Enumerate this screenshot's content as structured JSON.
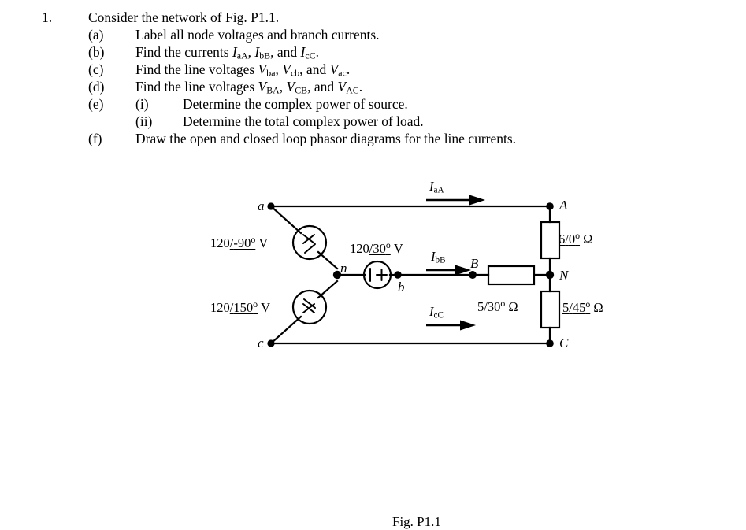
{
  "problem": {
    "number": "1.",
    "intro": "Consider the network of Fig. P1.1.",
    "items": [
      {
        "label": "(a)",
        "text_pre": "Label all node voltages and branch currents."
      },
      {
        "label": "(b)",
        "text_pre": "Find the currents ",
        "vars": [
          "I_aA",
          "I_bB",
          "I_cC"
        ],
        "rendered": "Find the currents IaA, IbB, and IcC."
      },
      {
        "label": "(c)",
        "text_pre": "Find the line voltages ",
        "vars": [
          "V_ba",
          "V_cb",
          "V_ac"
        ],
        "rendered": "Find the line voltages Vba, Vcb, and Vac."
      },
      {
        "label": "(d)",
        "text_pre": "Find the line voltages ",
        "vars": [
          "V_BA",
          "V_CB",
          "V_AC"
        ],
        "rendered": "Find the line voltages VBA, VCB, and VAC."
      },
      {
        "label": "(e)",
        "sub_label": "(i)",
        "text_pre": "Determine the complex power of source."
      },
      {
        "label": "",
        "sub_label": "(ii)",
        "text_pre": "Determine the total complex power of load."
      },
      {
        "label": "(f)",
        "text_pre": "Draw the open and closed loop phasor diagrams for the line currents."
      }
    ],
    "part_b": {
      "verb": "Find the currents",
      "i1_base": "I",
      "i1_sub": "aA",
      "i2_base": "I",
      "i2_sub": "bB",
      "conj": "and",
      "i3_base": "I",
      "i3_sub": "cC",
      "period": "."
    },
    "part_c": {
      "verb": "Find the line voltages",
      "v1_base": "V",
      "v1_sub": "ba",
      "v2_base": "V",
      "v2_sub": "cb",
      "conj": "and",
      "v3_base": "V",
      "v3_sub": "ac",
      "period": "."
    },
    "part_d": {
      "verb": "Find the line voltages",
      "v1_base": "V",
      "v1_sub": "BA",
      "v2_base": "V",
      "v2_sub": "CB",
      "conj": "and",
      "v3_base": "V",
      "v3_sub": "AC",
      "period": "."
    },
    "comma": ",",
    "labels": {
      "a": "(a)",
      "b": "(b)",
      "c": "(c)",
      "d": "(d)",
      "e": "(e)",
      "f": "(f)",
      "i": "(i)",
      "ii": "(ii)"
    }
  },
  "figure": {
    "caption": "Fig. P1.1",
    "source_nodes": {
      "a": "a",
      "b": "b",
      "c": "c",
      "n": "n"
    },
    "load_nodes": {
      "A": "A",
      "B": "B",
      "C": "C",
      "N": "N"
    },
    "sources": [
      {
        "name": "source-a",
        "magnitude": "120",
        "slash": "/",
        "angle": "-90",
        "degree": "o",
        "unit": "V",
        "symbol": "plus-minus-slash"
      },
      {
        "name": "source-b",
        "magnitude": "120",
        "slash": "/",
        "angle": "30",
        "degree": "o",
        "unit": "V",
        "symbol": "bar-plus"
      },
      {
        "name": "source-c",
        "magnitude": "120",
        "slash": "/",
        "angle": "150",
        "degree": "o",
        "unit": "V",
        "symbol": "plus-minus-slash"
      }
    ],
    "currents": [
      {
        "name": "current-aA",
        "base": "I",
        "sub": "aA"
      },
      {
        "name": "current-bB",
        "base": "I",
        "sub": "bB"
      },
      {
        "name": "current-cC",
        "base": "I",
        "sub": "cC"
      }
    ],
    "impedances": [
      {
        "name": "impedance-AN",
        "magnitude": "6",
        "slash": "/",
        "angle": "0",
        "degree": "o",
        "unit": "Ω"
      },
      {
        "name": "impedance-BN",
        "magnitude": "5",
        "slash": "/",
        "angle": "30",
        "degree": "o",
        "unit": "Ω"
      },
      {
        "name": "impedance-CN",
        "magnitude": "5",
        "slash": "/",
        "angle": "45",
        "degree": "o",
        "unit": "Ω"
      }
    ]
  },
  "colors": {
    "ink": "#000000",
    "paper": "#ffffff"
  }
}
